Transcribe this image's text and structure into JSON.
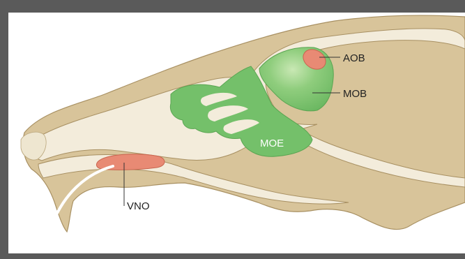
{
  "labels": {
    "aob": "AOB",
    "mob": "MOB",
    "moe": "MOE",
    "vno": "VNO"
  },
  "colors": {
    "frame": "#5a5a5a",
    "background": "#ffffff",
    "bone": "#d8c49a",
    "bone_outline": "#a89062",
    "cavity": "#f3ecdb",
    "olfactory_green": "#74c06a",
    "olfactory_green_light": "#a6d794",
    "accessory_red": "#e88a74",
    "leader_line": "#333333",
    "curve_white": "#ffffff"
  }
}
